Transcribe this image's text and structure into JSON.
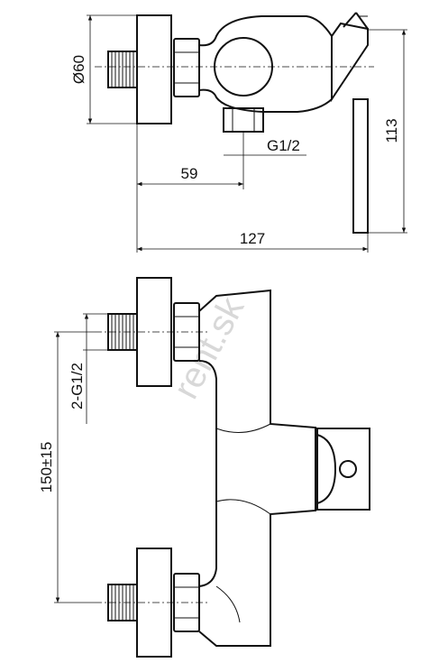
{
  "watermark": "rent.sk",
  "top_view": {
    "dims": {
      "diameter": "Ø60",
      "height": "113",
      "thread": "G1/2",
      "inlet_offset": "59",
      "total_width": "127"
    }
  },
  "front_view": {
    "dims": {
      "connections": "2-G1/2",
      "spacing": "150±15"
    }
  }
}
